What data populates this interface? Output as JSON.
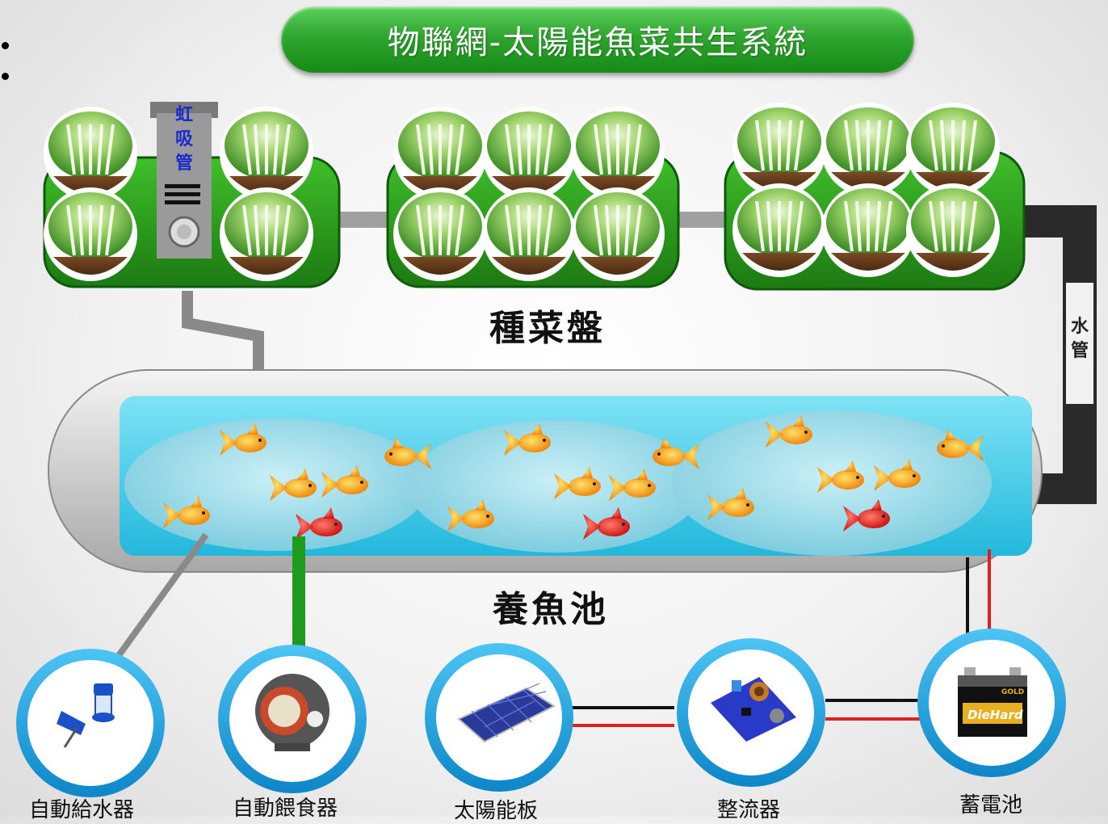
{
  "title": "物聯網-太陽能魚菜共生系統",
  "siphon_label": [
    "虹",
    "吸",
    "管"
  ],
  "water_pipe_label": [
    "水",
    "管"
  ],
  "planting_tray_label": "種菜盤",
  "fish_pond_label": "養魚池",
  "devices": [
    {
      "name": "自動給水器",
      "icon": "water-feeder-icon"
    },
    {
      "name": "自動餵食器",
      "icon": "auto-feeder-icon"
    },
    {
      "name": "太陽能板",
      "icon": "solar-panel-icon"
    },
    {
      "name": "整流器",
      "icon": "rectifier-board-icon"
    },
    {
      "name": "蓄電池",
      "icon": "car-battery-icon",
      "brand": "DieHard",
      "sub": "GOLD"
    }
  ],
  "colors": {
    "tray_green": "#2a9a1e",
    "title_green": "#2fa62f",
    "water_blue": "#3fd0ee",
    "ring_blue": "#1aa0e0",
    "wire_red": "#e02020",
    "wire_black": "#111111",
    "feeder_pipe": "#1e9a1e",
    "pipe_gray": "#9a9a9a"
  }
}
